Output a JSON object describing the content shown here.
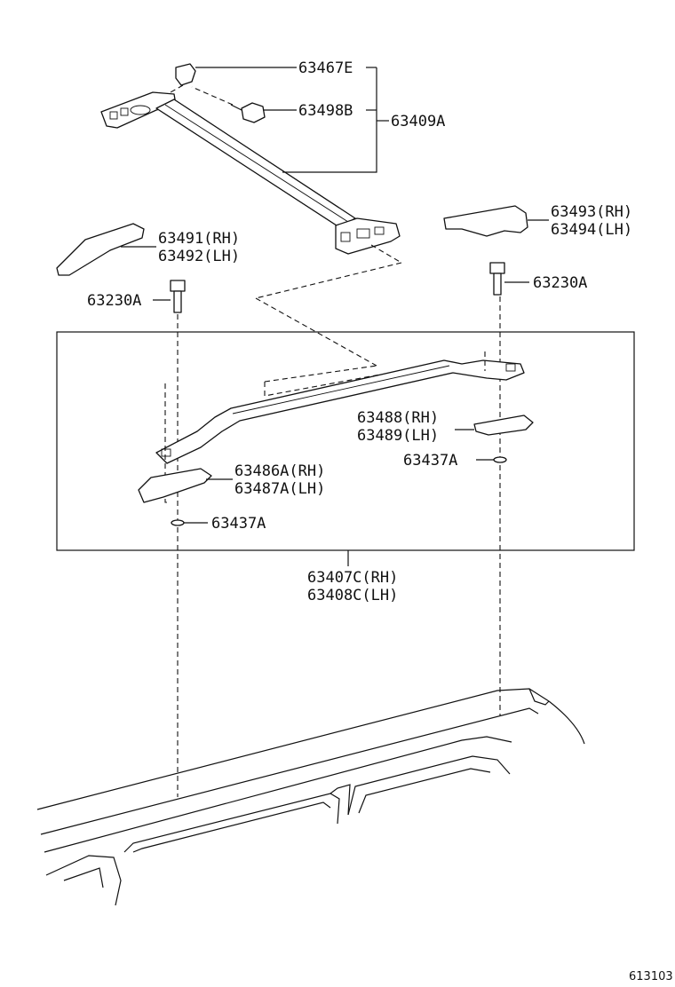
{
  "labels": {
    "p63467E": "63467E",
    "p63498B": "63498B",
    "p63409A": "63409A",
    "p63493": "63493(RH)",
    "p63494": "63494(LH)",
    "p63491": "63491(RH)",
    "p63492": "63492(LH)",
    "p63230A_left": "63230A",
    "p63230A_right": "63230A",
    "p63488": "63488(RH)",
    "p63489": "63489(LH)",
    "p63437A_right": "63437A",
    "p63486A": "63486A(RH)",
    "p63487A": "63487A(LH)",
    "p63437A_left": "63437A",
    "p63407C": "63407C(RH)",
    "p63408C": "63408C(LH)"
  },
  "figure_number": "613103"
}
